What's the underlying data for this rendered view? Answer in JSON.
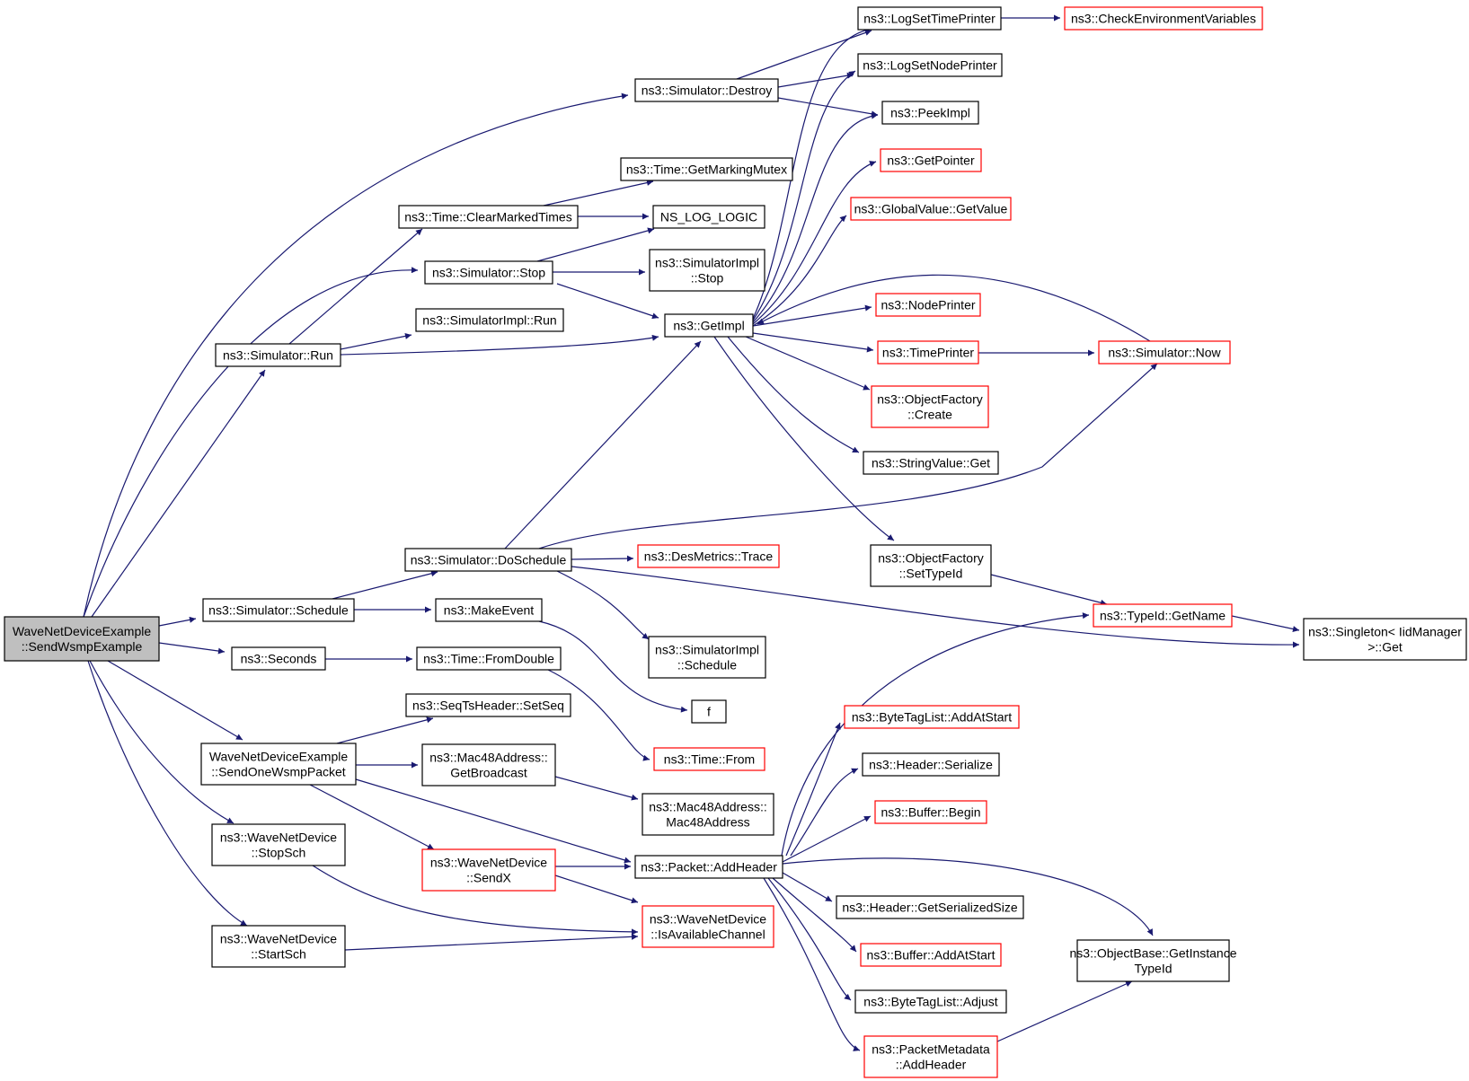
{
  "colors": {
    "edge": "#191970",
    "box_border_normal": "#000000",
    "box_border_truncated": "#ff0000",
    "root_fill": "#bfbfbf",
    "box_fill": "#ffffff"
  },
  "nodes": [
    {
      "id": "root",
      "lines": [
        "WaveNetDeviceExample",
        "::SendWsmpExample"
      ],
      "kind": "root"
    },
    {
      "id": "destroy",
      "lines": [
        "ns3::Simulator::Destroy"
      ],
      "kind": "normal"
    },
    {
      "id": "logtime",
      "lines": [
        "ns3::LogSetTimePrinter"
      ],
      "kind": "normal"
    },
    {
      "id": "checkenv",
      "lines": [
        "ns3::CheckEnvironmentVariables"
      ],
      "kind": "truncated"
    },
    {
      "id": "lognode",
      "lines": [
        "ns3::LogSetNodePrinter"
      ],
      "kind": "normal"
    },
    {
      "id": "peekimpl",
      "lines": [
        "ns3::PeekImpl"
      ],
      "kind": "normal"
    },
    {
      "id": "getpointer",
      "lines": [
        "ns3::GetPointer"
      ],
      "kind": "truncated"
    },
    {
      "id": "gvgetvalue",
      "lines": [
        "ns3::GlobalValue::GetValue"
      ],
      "kind": "truncated"
    },
    {
      "id": "markingmutex",
      "lines": [
        "ns3::Time::GetMarkingMutex"
      ],
      "kind": "normal"
    },
    {
      "id": "clearmarked",
      "lines": [
        "ns3::Time::ClearMarkedTimes"
      ],
      "kind": "normal"
    },
    {
      "id": "nslog",
      "lines": [
        "NS_LOG_LOGIC"
      ],
      "kind": "normal"
    },
    {
      "id": "simstop",
      "lines": [
        "ns3::Simulator::Stop"
      ],
      "kind": "normal"
    },
    {
      "id": "implstop",
      "lines": [
        "ns3::SimulatorImpl",
        "::Stop"
      ],
      "kind": "normal"
    },
    {
      "id": "implrun",
      "lines": [
        "ns3::SimulatorImpl::Run"
      ],
      "kind": "normal"
    },
    {
      "id": "simrun",
      "lines": [
        "ns3::Simulator::Run"
      ],
      "kind": "normal"
    },
    {
      "id": "getimpl",
      "lines": [
        "ns3::GetImpl"
      ],
      "kind": "normal"
    },
    {
      "id": "nodeprinter",
      "lines": [
        "ns3::NodePrinter"
      ],
      "kind": "truncated"
    },
    {
      "id": "timeprinter",
      "lines": [
        "ns3::TimePrinter"
      ],
      "kind": "truncated"
    },
    {
      "id": "simnow",
      "lines": [
        "ns3::Simulator::Now"
      ],
      "kind": "truncated"
    },
    {
      "id": "ofcreate",
      "lines": [
        "ns3::ObjectFactory",
        "::Create"
      ],
      "kind": "truncated"
    },
    {
      "id": "svget",
      "lines": [
        "ns3::StringValue::Get"
      ],
      "kind": "normal"
    },
    {
      "id": "ofsettypeid",
      "lines": [
        "ns3::ObjectFactory",
        "::SetTypeId"
      ],
      "kind": "normal"
    },
    {
      "id": "doschedule",
      "lines": [
        "ns3::Simulator::DoSchedule"
      ],
      "kind": "normal"
    },
    {
      "id": "destrace",
      "lines": [
        "ns3::DesMetrics::Trace"
      ],
      "kind": "truncated"
    },
    {
      "id": "implschedule",
      "lines": [
        "ns3::SimulatorImpl",
        "::Schedule"
      ],
      "kind": "normal"
    },
    {
      "id": "simschedule",
      "lines": [
        "ns3::Simulator::Schedule"
      ],
      "kind": "normal"
    },
    {
      "id": "makeevent",
      "lines": [
        "ns3::MakeEvent"
      ],
      "kind": "normal"
    },
    {
      "id": "f",
      "lines": [
        "f"
      ],
      "kind": "normal"
    },
    {
      "id": "typeidgetname",
      "lines": [
        "ns3::TypeId::GetName"
      ],
      "kind": "truncated"
    },
    {
      "id": "singletonget",
      "lines": [
        "ns3::Singleton< IidManager",
        " >::Get"
      ],
      "kind": "normal"
    },
    {
      "id": "seconds",
      "lines": [
        "ns3::Seconds"
      ],
      "kind": "normal"
    },
    {
      "id": "fromdouble",
      "lines": [
        "ns3::Time::FromDouble"
      ],
      "kind": "normal"
    },
    {
      "id": "timefrom",
      "lines": [
        "ns3::Time::From"
      ],
      "kind": "truncated"
    },
    {
      "id": "setseq",
      "lines": [
        "ns3::SeqTsHeader::SetSeq"
      ],
      "kind": "normal"
    },
    {
      "id": "sendone",
      "lines": [
        "WaveNetDeviceExample",
        "::SendOneWsmpPacket"
      ],
      "kind": "normal"
    },
    {
      "id": "getbroadcast",
      "lines": [
        "ns3::Mac48Address::",
        "GetBroadcast"
      ],
      "kind": "normal"
    },
    {
      "id": "mac48ctor",
      "lines": [
        "ns3::Mac48Address::",
        "Mac48Address"
      ],
      "kind": "normal"
    },
    {
      "id": "stopsch",
      "lines": [
        "ns3::WaveNetDevice",
        "::StopSch"
      ],
      "kind": "normal"
    },
    {
      "id": "sendx",
      "lines": [
        "ns3::WaveNetDevice",
        "::SendX"
      ],
      "kind": "truncated"
    },
    {
      "id": "addheader",
      "lines": [
        "ns3::Packet::AddHeader"
      ],
      "kind": "normal"
    },
    {
      "id": "isavail",
      "lines": [
        "ns3::WaveNetDevice",
        "::IsAvailableChannel"
      ],
      "kind": "truncated"
    },
    {
      "id": "startsch",
      "lines": [
        "ns3::WaveNetDevice",
        "::StartSch"
      ],
      "kind": "normal"
    },
    {
      "id": "btladdatstart",
      "lines": [
        "ns3::ByteTagList::AddAtStart"
      ],
      "kind": "truncated"
    },
    {
      "id": "hdrserialize",
      "lines": [
        "ns3::Header::Serialize"
      ],
      "kind": "normal"
    },
    {
      "id": "bufbegin",
      "lines": [
        "ns3::Buffer::Begin"
      ],
      "kind": "truncated"
    },
    {
      "id": "hdrsize",
      "lines": [
        "ns3::Header::GetSerializedSize"
      ],
      "kind": "normal"
    },
    {
      "id": "bufaddatstart",
      "lines": [
        "ns3::Buffer::AddAtStart"
      ],
      "kind": "truncated"
    },
    {
      "id": "btladjust",
      "lines": [
        "ns3::ByteTagList::Adjust"
      ],
      "kind": "normal"
    },
    {
      "id": "pmaddheader",
      "lines": [
        "ns3::PacketMetadata",
        "::AddHeader"
      ],
      "kind": "truncated"
    },
    {
      "id": "obgetinst",
      "lines": [
        "ns3::ObjectBase::GetInstance",
        "TypeId"
      ],
      "kind": "normal"
    }
  ]
}
